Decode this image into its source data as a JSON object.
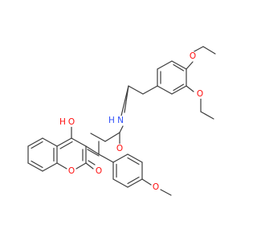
{
  "molecule": {
    "atoms": {
      "o_ethoxy_para": {
        "symbol": "O",
        "color": "#ff0d0d"
      },
      "o_ethoxy_meta": {
        "symbol": "O",
        "color": "#ff0d0d"
      },
      "n_amide": {
        "symbol": "N",
        "color": "#3050f8"
      },
      "h_amide": {
        "symbol": "H",
        "color": "#3050f8"
      },
      "o_carbonyl": {
        "symbol": "O",
        "color": "#ff0d0d"
      },
      "o_hydroxy": {
        "symbol": "O",
        "color": "#ff0d0d"
      },
      "h_hydroxy": {
        "symbol": "H",
        "color": "#ff0d0d"
      },
      "o_ring": {
        "symbol": "O",
        "color": "#ff0d0d"
      },
      "o_lactone": {
        "symbol": "O",
        "color": "#ff0d0d"
      },
      "o_methoxy": {
        "symbol": "O",
        "color": "#ff0d0d"
      }
    }
  }
}
